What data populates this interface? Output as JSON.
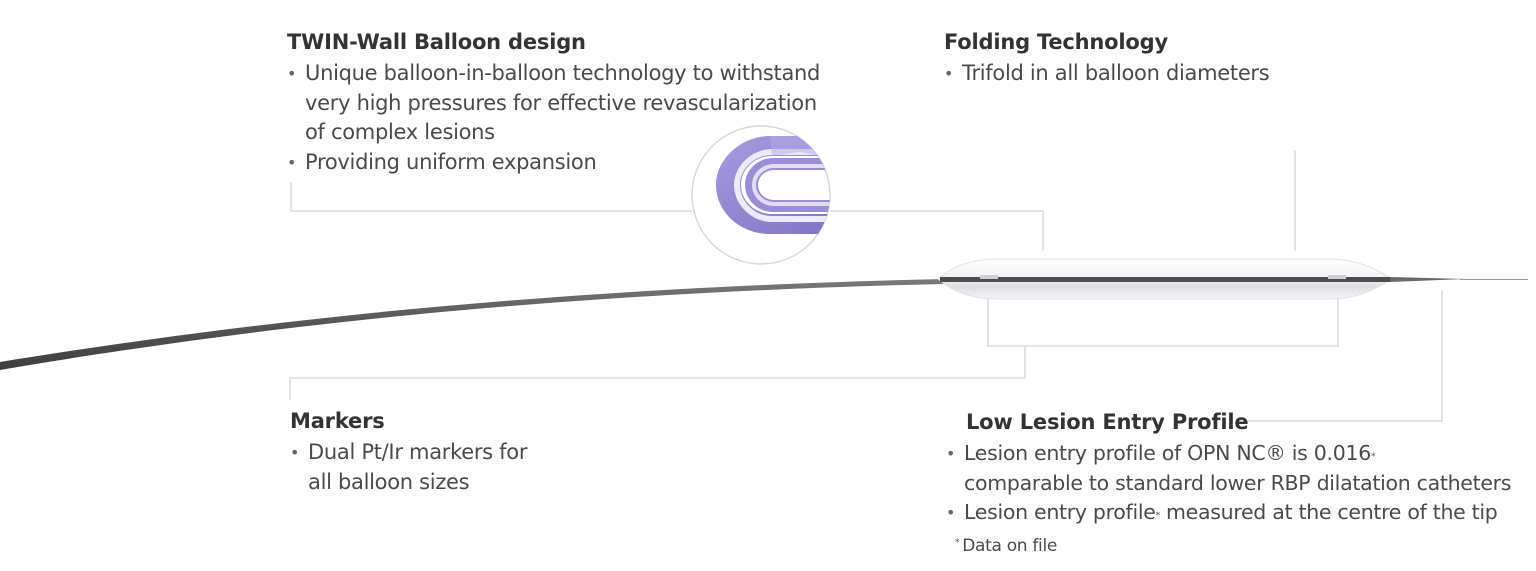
{
  "twin_wall": {
    "heading": "TWIN-Wall Balloon design",
    "bullet1_lines": [
      "Unique balloon-in-balloon technology to withstand",
      "very high pressures for effective revascularization",
      "of complex lesions"
    ],
    "bullet2": "Providing uniform expansion"
  },
  "folding": {
    "heading": "Folding Technology",
    "bullet1": "Trifold in all balloon diameters"
  },
  "markers": {
    "heading": "Markers",
    "bullet1_lines": [
      "Dual Pt/Ir markers for",
      "all balloon sizes"
    ]
  },
  "low_lesion": {
    "heading": "Low Lesion Entry Profile",
    "bullet1_line1": "Lesion entry profile of OPN NC® is 0.016",
    "bullet1_line1_mark": "*",
    "bullet1_line2": "comparable to standard lower RBP dilatation catheters",
    "bullet2_pre": "Lesion entry profile",
    "bullet2_mark": "*",
    "bullet2_post": " measured at the centre of the tip"
  },
  "footnote": {
    "mark": "*",
    "text": "Data on file"
  },
  "colors": {
    "purple_dark": "#8a7cc8",
    "purple_light": "#c9bfe8",
    "catheter": "#5a5a5a",
    "balloon": "#f2f2f4",
    "leader": "#d0d0d0"
  }
}
